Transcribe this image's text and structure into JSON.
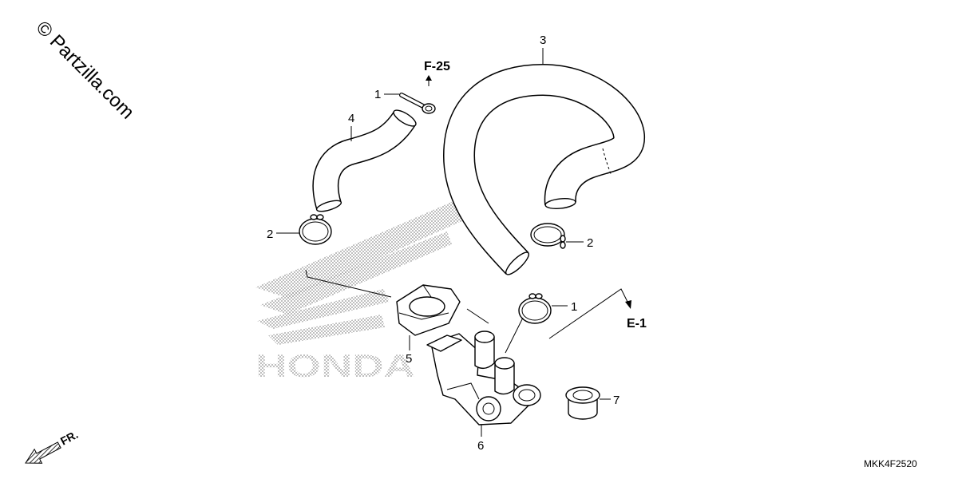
{
  "watermark": {
    "text": "© Partzilla.com"
  },
  "logo": {
    "text": "HONDA"
  },
  "references": {
    "upper": "F-25",
    "right": "E-1"
  },
  "figure_code": "MKK4F2520",
  "direction": {
    "label": "FR.",
    "icon": "arrow-down-left-icon"
  },
  "callouts": [
    {
      "number": "1"
    },
    {
      "number": "4"
    },
    {
      "number": "3"
    },
    {
      "number": "2"
    },
    {
      "number": "2"
    },
    {
      "number": "1"
    },
    {
      "number": "5"
    },
    {
      "number": "6"
    },
    {
      "number": "7"
    }
  ],
  "colors": {
    "line": "#000000",
    "background": "#ffffff",
    "logo_dots": "#8a8a8a"
  }
}
